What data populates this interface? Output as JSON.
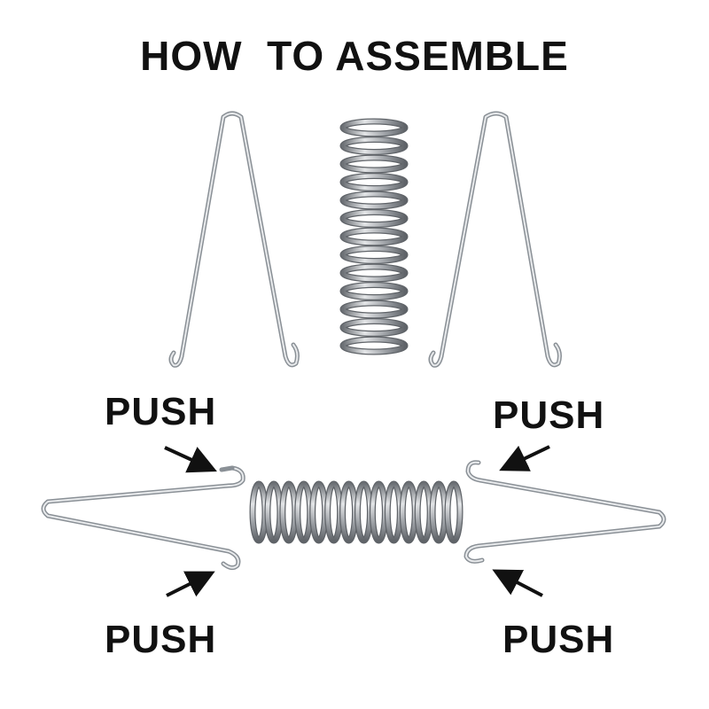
{
  "title": "HOW  TO ASSEMBLE",
  "labels": {
    "top_left": "PUSH",
    "top_right": "PUSH",
    "bottom_left": "PUSH",
    "bottom_right": "PUSH"
  },
  "colors": {
    "text": "#111111",
    "wire": "#9aa0a6",
    "spring": "#8a8d91",
    "arrow": "#111111"
  },
  "parts": {
    "upper_row": [
      "wire-clip",
      "coil-spring",
      "wire-clip"
    ],
    "assembled_row": [
      "wire-clip",
      "coil-spring",
      "wire-clip"
    ]
  }
}
